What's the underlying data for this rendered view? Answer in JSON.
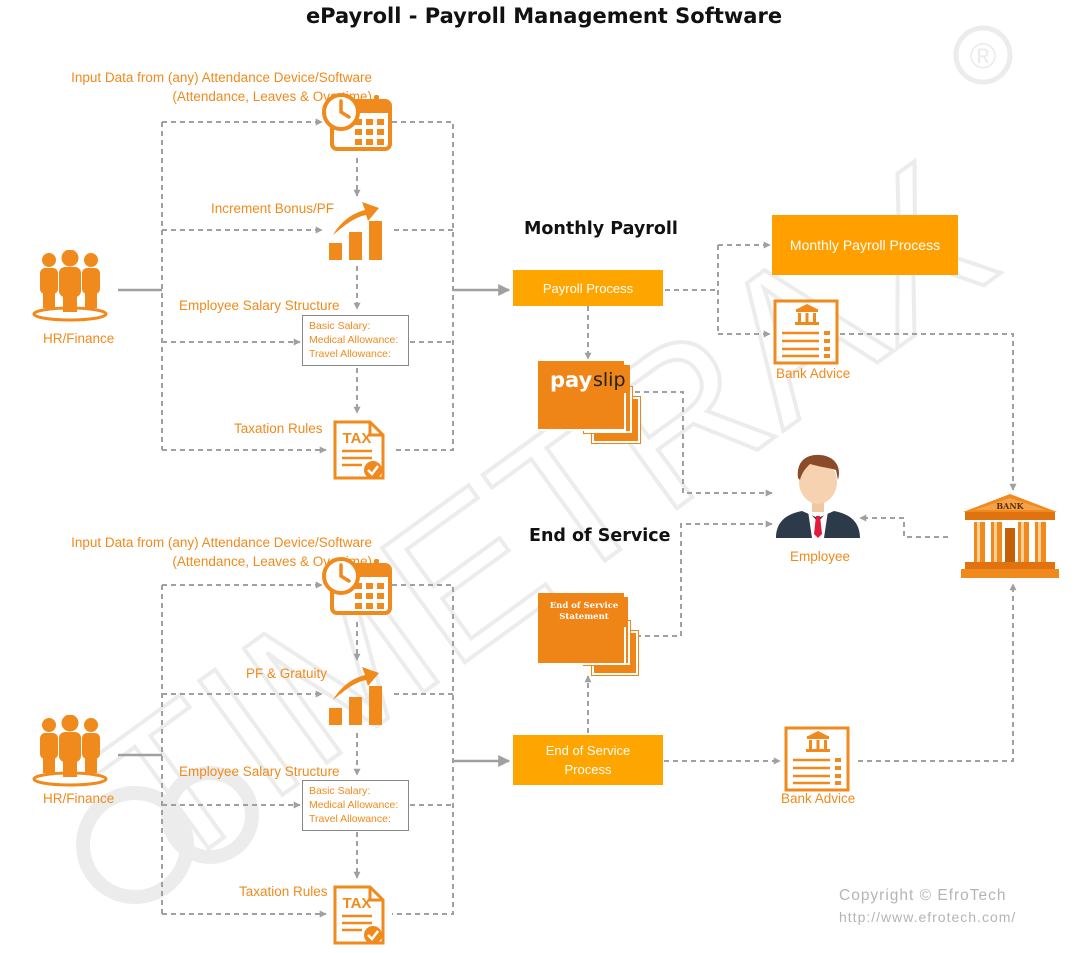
{
  "title": "ePayroll - Payroll Management Software",
  "watermark": {
    "text": "TIMETRAX",
    "registered_mark": "®"
  },
  "sections": {
    "monthly": "Monthly Payroll",
    "end_of_service": "End of Service"
  },
  "top_flow": {
    "attendance_line1": "Input Data from (any) Attendance Device/Software",
    "attendance_line2": "(Attendance, Leaves & Overtime)",
    "increment": "Increment Bonus/PF",
    "salary_structure": "Employee Salary Structure",
    "salary_items": [
      "Basic Salary:",
      "Medical Allowance:",
      "Travel Allowance:"
    ],
    "taxation": "Taxation Rules",
    "source": "HR/Finance"
  },
  "bottom_flow": {
    "attendance_line1": "Input Data from (any) Attendance Device/Software",
    "attendance_line2": "(Attendance, Leaves & Overtime)",
    "pf_gratuity": "PF & Gratuity",
    "salary_structure": "Employee Salary Structure",
    "salary_items": [
      "Basic Salary:",
      "Medical Allowance:",
      "Travel Allowance:"
    ],
    "taxation": "Taxation Rules",
    "source": "HR/Finance"
  },
  "process": {
    "payroll": "Payroll Process",
    "monthly_payroll": "Monthly Payroll Process",
    "eos_line1": "End of Service",
    "eos_line2": "Process",
    "bank_advice_top": "Bank Advice",
    "bank_advice_bottom": "Bank Advice",
    "employee": "Employee",
    "payslip_pay": "pay",
    "payslip_slip": "slip",
    "eos_statement_line1": "End of Service",
    "eos_statement_line2": "Statement",
    "bank_sign": "BANK",
    "tax_sign_top": "TAX",
    "tax_sign_bottom": "TAX"
  },
  "copyright": {
    "line1": "Copyright © EfroTech",
    "line2": "http://www.efrotech.com/"
  },
  "colors": {
    "accent": "#f08a1c",
    "process_box": "#ffa500",
    "connector": "#a0a0a0",
    "watermark": "#ececec"
  },
  "icons": [
    "attendance-calendar-icon",
    "growth-chart-icon",
    "tax-document-icon",
    "people-group-icon",
    "payslip-icon",
    "bank-advice-icon",
    "employee-avatar-icon",
    "bank-building-icon"
  ]
}
